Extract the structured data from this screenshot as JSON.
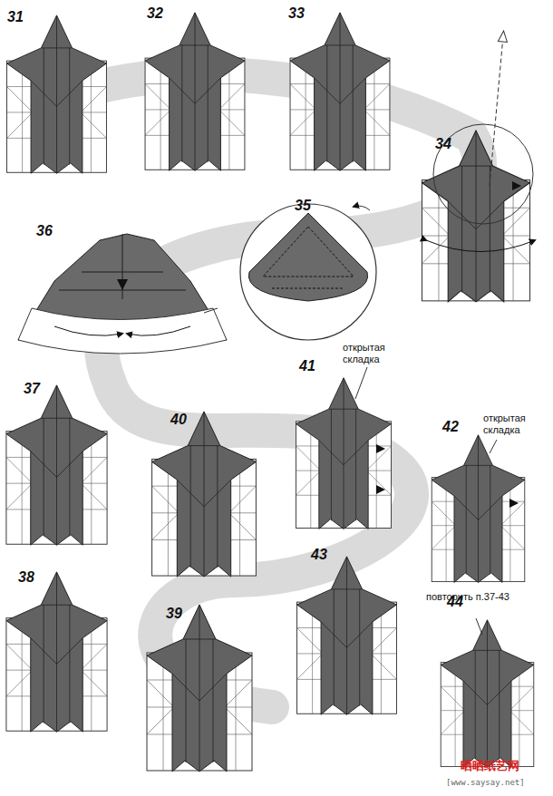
{
  "diagram": {
    "labels": [
      "31",
      "32",
      "33",
      "34",
      "35",
      "36",
      "37",
      "40",
      "41",
      "42",
      "38",
      "39",
      "43",
      "44",
      "открытая складка",
      "открытая складка",
      "повторить п.37-43",
      "晒晒纸艺网",
      "[www.saysay.net]"
    ]
  }
}
